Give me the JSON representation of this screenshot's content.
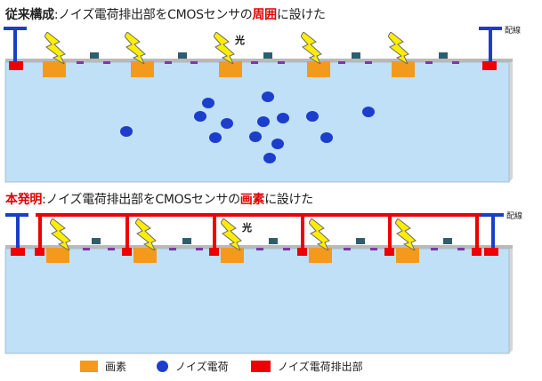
{
  "top_section": {
    "title_bold": "従来構成",
    "title_mid": ":ノイズ電荷排出部をCMOSセンサの",
    "title_highlight": "周囲",
    "title_end": "に設けた",
    "wiring_label": "配線",
    "light_label": "光"
  },
  "bottom_section": {
    "title_bold": "本発明",
    "title_mid": ":ノイズ電荷排出部をCMOSセンサの",
    "title_highlight": "画素",
    "title_end": "に設けた",
    "wiring_label": "配線",
    "light_label": "光"
  },
  "legend": {
    "pixel": "画素",
    "noise_charge": "ノイズ電荷",
    "drain": "ノイズ電荷排出部"
  },
  "colors": {
    "substrate": "#bfe0f7",
    "pixel": "#f39a1d",
    "noise_charge": "#1c3ecc",
    "drain": "#ee0000",
    "wiring_conventional": "#1b3fc4",
    "wiring_invention": "#ee0000",
    "lightning": "#ffee00",
    "gate": "#2e5e6e",
    "dash": "#7a3aa5"
  }
}
